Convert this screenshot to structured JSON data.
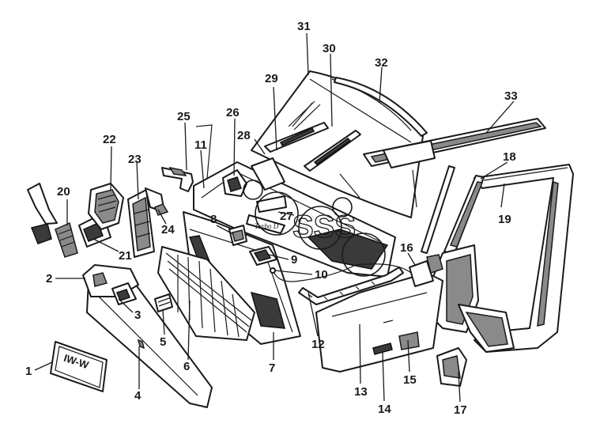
{
  "diagram": {
    "callouts": [
      {
        "id": "1",
        "label": "1"
      },
      {
        "id": "2",
        "label": "2"
      },
      {
        "id": "3",
        "label": "3"
      },
      {
        "id": "4",
        "label": "4"
      },
      {
        "id": "5",
        "label": "5"
      },
      {
        "id": "6",
        "label": "6"
      },
      {
        "id": "7",
        "label": "7"
      },
      {
        "id": "8",
        "label": "8"
      },
      {
        "id": "9",
        "label": "9"
      },
      {
        "id": "10",
        "label": "10"
      },
      {
        "id": "11",
        "label": "11"
      },
      {
        "id": "12",
        "label": "12"
      },
      {
        "id": "13",
        "label": "13"
      },
      {
        "id": "14",
        "label": "14"
      },
      {
        "id": "15",
        "label": "15"
      },
      {
        "id": "16",
        "label": "16"
      },
      {
        "id": "17",
        "label": "17"
      },
      {
        "id": "18",
        "label": "18"
      },
      {
        "id": "19",
        "label": "19"
      },
      {
        "id": "20",
        "label": "20"
      },
      {
        "id": "21",
        "label": "21"
      },
      {
        "id": "22",
        "label": "22"
      },
      {
        "id": "23",
        "label": "23"
      },
      {
        "id": "24",
        "label": "24"
      },
      {
        "id": "25",
        "label": "25"
      },
      {
        "id": "26",
        "label": "26"
      },
      {
        "id": "27",
        "label": "27"
      },
      {
        "id": "28",
        "label": "28"
      },
      {
        "id": "29",
        "label": "29"
      },
      {
        "id": "30",
        "label": "30"
      },
      {
        "id": "31",
        "label": "31"
      },
      {
        "id": "32",
        "label": "32"
      },
      {
        "id": "33",
        "label": "33"
      }
    ],
    "plate_text": "IW-W",
    "emblem_text": "Turbo D",
    "watermark": "SSS"
  }
}
